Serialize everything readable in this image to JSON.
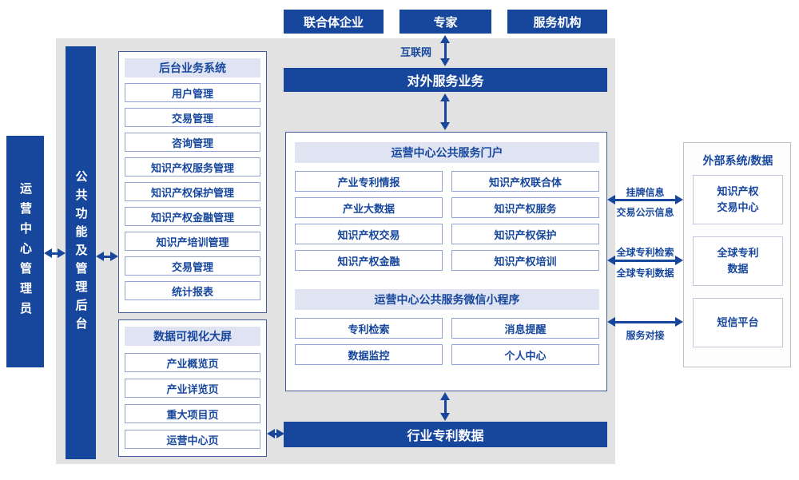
{
  "colors": {
    "primary": "#17479d",
    "panel_bg": "#e2e2e2",
    "header_bg": "#e0e4f2",
    "box_border": "#93a3d3",
    "panel_border": "#41599f",
    "ext_panel_border": "#bfbfbf",
    "ext_box_border": "#c2c8dc"
  },
  "actors": {
    "consortium": "联合体企业",
    "expert": "专家",
    "service_org": "服务机构"
  },
  "internet_label": "互联网",
  "external_service_bar": "对外服务业务",
  "admin_box": "运营中心管理员",
  "backend_bar": "公共功能及管理后台",
  "backend_system": {
    "title": "后台业务系统",
    "items": [
      "用户管理",
      "交易管理",
      "咨询管理",
      "知识产权服务管理",
      "知识产权保护管理",
      "知识产权金融管理",
      "知识产培训管理",
      "交易管理",
      "统计报表"
    ]
  },
  "data_screen": {
    "title": "数据可视化大屏",
    "items": [
      "产业概览页",
      "产业详览页",
      "重大项目页",
      "运营中心页"
    ]
  },
  "portal": {
    "title": "运营中心公共服务门户",
    "items": [
      "产业专利情报",
      "知识产权联合体",
      "产业大数据",
      "知识产权服务",
      "知识产权交易",
      "知识产权保护",
      "知识产权金融",
      "知识产权培训"
    ]
  },
  "mini_program": {
    "title": "运营中心公共服务微信小程序",
    "items": [
      "专利检索",
      "消息提醒",
      "数据监控",
      "个人中心"
    ]
  },
  "industry_data_bar": "行业专利数据",
  "external_systems": {
    "title": "外部系统/数据",
    "boxes": [
      {
        "line1": "知识产权",
        "line2": "交易中心"
      },
      {
        "line1": "全球专利",
        "line2": "数据"
      },
      {
        "line1": "短信平台",
        "line2": ""
      }
    ]
  },
  "connections": {
    "listing_info": "挂牌信息",
    "trade_publicity": "交易公示信息",
    "global_patent_search": "全球专利检索",
    "global_patent_data": "全球专利数据",
    "service_connect": "服务对接"
  }
}
